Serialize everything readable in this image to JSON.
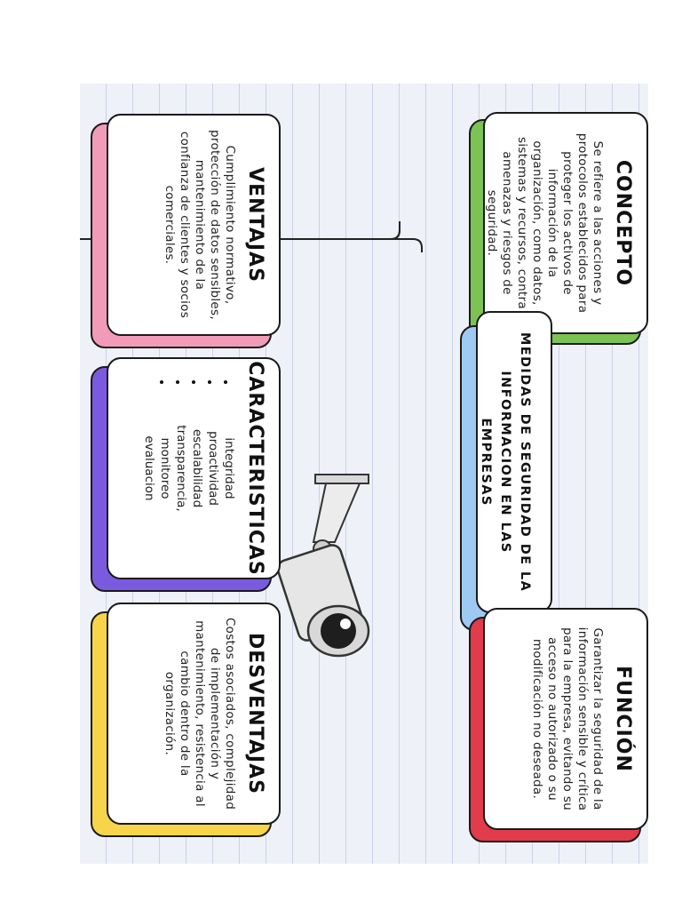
{
  "main_title": "MEDIDAS DE SEGURIDAD DE LA INFORMACION EN LAS EMPRESAS",
  "cards": {
    "concepto": {
      "title": "CONCEPTO",
      "text": "Se refiere a las acciones y protocolos establecidos para proteger los activos de información de la organización, como datos, sistemas y recursos, contra amenazas y riesgos de seguridad."
    },
    "funcion": {
      "title": "FUNCIÓN",
      "text": "Garantizar la seguridad de la información sensible y crítica para la empresa, evitando su acceso no autorizado o su modificación no deseada."
    },
    "ventajas": {
      "title": "VENTAJAS",
      "text": "Cumplimiento normativo, protección de datos sensibles, mantenimiento de la confianza de clientes y socios comerciales."
    },
    "caracteristicas": {
      "title": "CARACTERISTICAS",
      "items": [
        "integridad",
        "proactividad",
        "escalabilidad",
        "transparencia,",
        "monitoreo",
        "evaluacion"
      ]
    },
    "desventajas": {
      "title": "DESVENTAJAS",
      "text": "Costos asociados, complejidad de implementación y mantenimiento, resistencia al cambio dentro de la organización."
    }
  },
  "colors": {
    "concepto_accent": "#7cc354",
    "funcion_accent": "#e23b4b",
    "title_accent": "#9ec9f2",
    "ventajas_accent": "#f29bb8",
    "caracteristicas_accent": "#7a5be0",
    "desventajas_accent": "#f7d44a"
  },
  "icons": {
    "camera": "security-camera-icon"
  }
}
